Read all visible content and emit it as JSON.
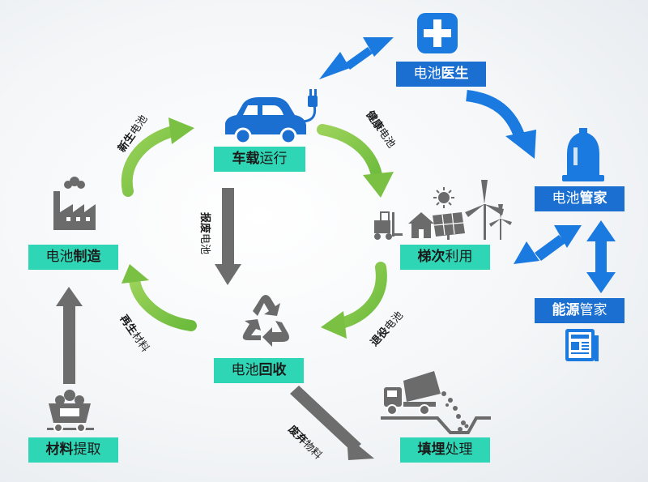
{
  "nodes": {
    "car": {
      "bold": "车载",
      "rest": "运行"
    },
    "cascade": {
      "bold": "梯次",
      "rest": "利用"
    },
    "recycle": {
      "bold": "回收",
      "pre": "电池"
    },
    "manufacture": {
      "bold": "制造",
      "pre": "电池"
    },
    "material": {
      "bold": "材料",
      "rest": "提取"
    },
    "landfill": {
      "bold": "填埋",
      "rest": "处理"
    },
    "doctor": {
      "bold": "医生",
      "pre": "电池"
    },
    "manager": {
      "bold": "管家",
      "pre": "电池"
    },
    "energy": {
      "bold": "能源",
      "rest": "管家"
    }
  },
  "edges": {
    "new_battery": {
      "bold": "新生",
      "rest": "电池"
    },
    "healthy": {
      "bold": "健康",
      "rest": "电池"
    },
    "scrapped": {
      "bold": "报废",
      "rest": "电池"
    },
    "retired": {
      "bold": "退役",
      "rest": "电池"
    },
    "regenerated": {
      "bold": "再生",
      "rest": "材料"
    },
    "waste": {
      "bold": "废弃",
      "rest": "物料"
    }
  },
  "colors": {
    "teal": "#2fd6b5",
    "blue": "#1a6fd1",
    "green_arrow": "#7ac143",
    "gray_arrow": "#6d6d6d",
    "icon_gray": "#6b6b6b"
  },
  "icons": [
    "plus-icon",
    "car-icon",
    "plug-icon",
    "factory-icon",
    "bell-icon",
    "solar-wind-icon",
    "forklift-icon",
    "house-icon",
    "recycle-icon",
    "minecart-icon",
    "dump-truck-icon",
    "newspaper-icon"
  ]
}
